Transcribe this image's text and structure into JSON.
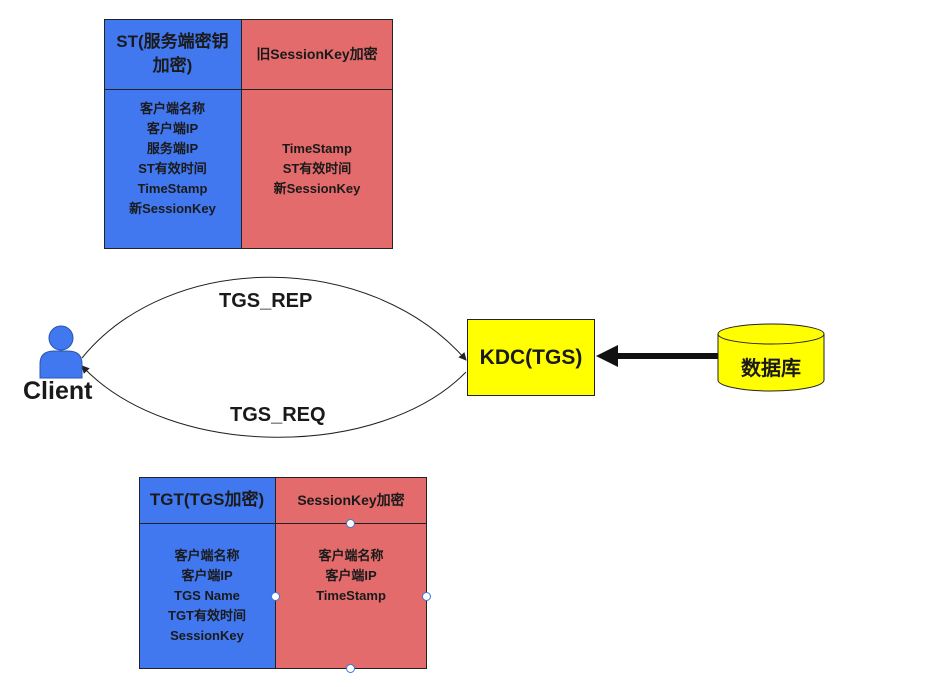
{
  "st_box": {
    "left_header": [
      "ST(服务端密钥",
      "加密)"
    ],
    "right_header": "旧SessionKey加密",
    "left_items": [
      "客户端名称",
      "客户端IP",
      "服务端IP",
      "ST有效时间",
      "TimeStamp",
      "新SessionKey"
    ],
    "right_items": [
      "TimeStamp",
      "ST有效时间",
      "新SessionKey"
    ]
  },
  "tgt_box": {
    "left_header": "TGT(TGS加密)",
    "right_header": "SessionKey加密",
    "left_items": [
      "客户端名称",
      "客户端IP",
      "TGS Name",
      "TGT有效时间",
      "SessionKey"
    ],
    "right_items": [
      "客户端名称",
      "客户端IP",
      "TimeStamp"
    ]
  },
  "client": {
    "label": "Client"
  },
  "kdc": {
    "label": "KDC(TGS)"
  },
  "database": {
    "label": "数据库"
  },
  "arrows": {
    "rep_label": "TGS_REP",
    "req_label": "TGS_REQ"
  },
  "colors": {
    "blue": "#4178f0",
    "red": "#e36b6b",
    "yellow": "#ffff00",
    "db_yellow": "#ffff00"
  }
}
